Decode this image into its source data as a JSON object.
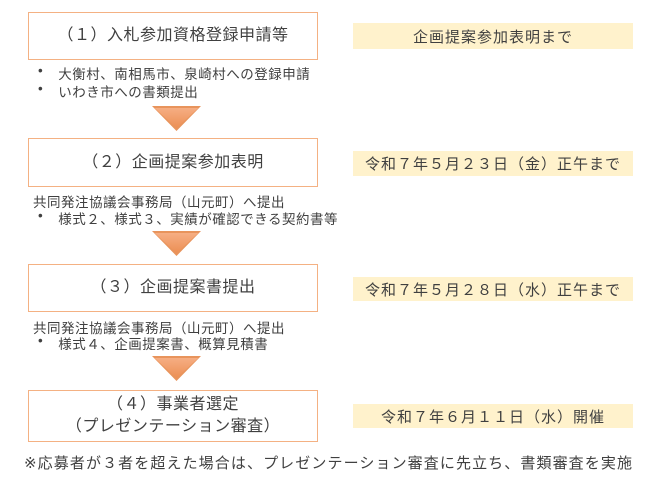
{
  "diagram": {
    "steps": [
      {
        "title": "（１）入札参加資格登録申請等",
        "side_label": "企画提案参加表明まで",
        "details": [
          {
            "text": "大衡村、南相馬市、泉崎村への登録申請"
          },
          {
            "text": "いわき市への書類提出"
          }
        ]
      },
      {
        "title": "（２）企画提案参加表明",
        "side_label": "令和７年５月２３日（金）正午まで",
        "details_plain": "共同発注協議会事務局（山元町）へ提出",
        "details": [
          {
            "text": "様式２、様式３、実績が確認できる契約書等"
          }
        ]
      },
      {
        "title": "（３）企画提案書提出",
        "side_label": "令和７年５月２８日（水）正午まで",
        "details_plain": "共同発注協議会事務局（山元町）へ提出",
        "details": [
          {
            "text": "様式４、企画提案書、概算見積書"
          }
        ]
      },
      {
        "title": "（４）事業者選定\n（プレゼンテーション審査）",
        "side_label": "令和７年６月１１日（水）開催"
      }
    ],
    "note": "※応募者が３者を超えた場合は、プレゼンテーション審査に先立ち、書類審査を実施",
    "colors": {
      "box_border": "#F4B183",
      "label_background": "#FFF2CC",
      "arrow_fill_top": "#F6AE83",
      "arrow_fill_bottom": "#EC8F54",
      "arrow_outline": "#E8945C",
      "text": "#404040"
    }
  }
}
